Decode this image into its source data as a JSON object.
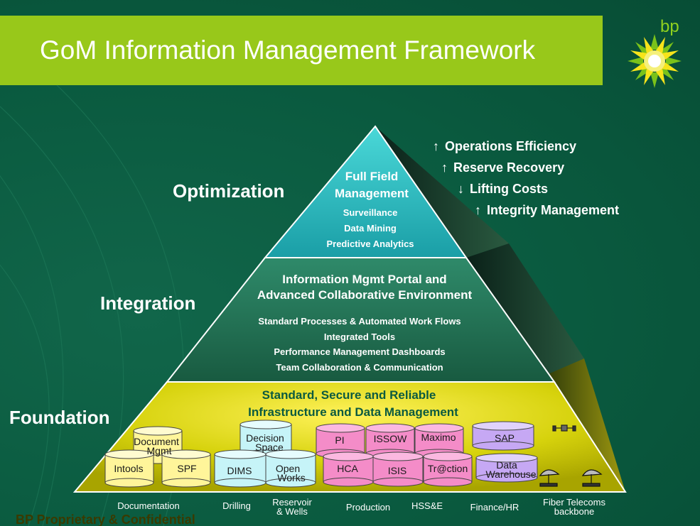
{
  "title": "GoM Information Management Framework",
  "logo": {
    "text": "bp",
    "icon": "bp-helios-sunflower-icon"
  },
  "levels": {
    "optimization": "Optimization",
    "integration": "Integration",
    "foundation": "Foundation"
  },
  "top_tier": {
    "heading_line1": "Full Field",
    "heading_line2": "Management",
    "items": [
      "Surveillance",
      "Data Mining",
      "Predictive Analytics"
    ]
  },
  "middle_tier": {
    "heading_line1": "Information Mgmt Portal and",
    "heading_line2": "Advanced Collaborative Environment",
    "items": [
      "Standard Processes & Automated Work Flows",
      "Integrated Tools",
      "Performance Management Dashboards",
      "Team Collaboration & Communication"
    ]
  },
  "bottom_tier": {
    "heading_line1": "Standard, Secure and Reliable",
    "heading_line2": "Infrastructure and Data Management"
  },
  "benefits": [
    {
      "direction": "up",
      "text": "Operations Efficiency"
    },
    {
      "direction": "up",
      "text": "Reserve Recovery"
    },
    {
      "direction": "down",
      "text": "Lifting Costs"
    },
    {
      "direction": "up",
      "text": "Integrity Management"
    }
  ],
  "databases": {
    "document_mgmt_1": "Document",
    "document_mgmt_2": "Mgmt",
    "intools": "Intools",
    "spf": "SPF",
    "decision_space_1": "Decision",
    "decision_space_2": "Space",
    "dims": "DIMS",
    "open_works_1": "Open",
    "open_works_2": "Works",
    "pi": "PI",
    "issow": "ISSOW",
    "maximo": "Maximo",
    "hca": "HCA",
    "isis": "ISIS",
    "traction": "Tr@ction",
    "sap": "SAP",
    "data_warehouse_1": "Data",
    "data_warehouse_2": "Warehouse"
  },
  "colors": {
    "title_band": "#98c81a",
    "background": "#0b5a40",
    "top_tier": "#2ab8b8",
    "middle_tier": "#1f6b52",
    "bottom_tier": "#d6d20c",
    "db_yellow": "#fff59a",
    "db_cyan": "#c6f4f8",
    "db_pink": "#f48cc8",
    "db_purple": "#c6a8f4"
  },
  "categories": [
    {
      "l1": "Documentation",
      "l2": ""
    },
    {
      "l1": "Drilling",
      "l2": ""
    },
    {
      "l1": "Reservoir",
      "l2": "& Wells"
    },
    {
      "l1": "Production",
      "l2": ""
    },
    {
      "l1": "HSS&E",
      "l2": ""
    },
    {
      "l1": "Finance/HR",
      "l2": ""
    },
    {
      "l1": "Fiber Telecoms",
      "l2": "backbone"
    }
  ],
  "footer": "BP Proprietary & Confidential"
}
